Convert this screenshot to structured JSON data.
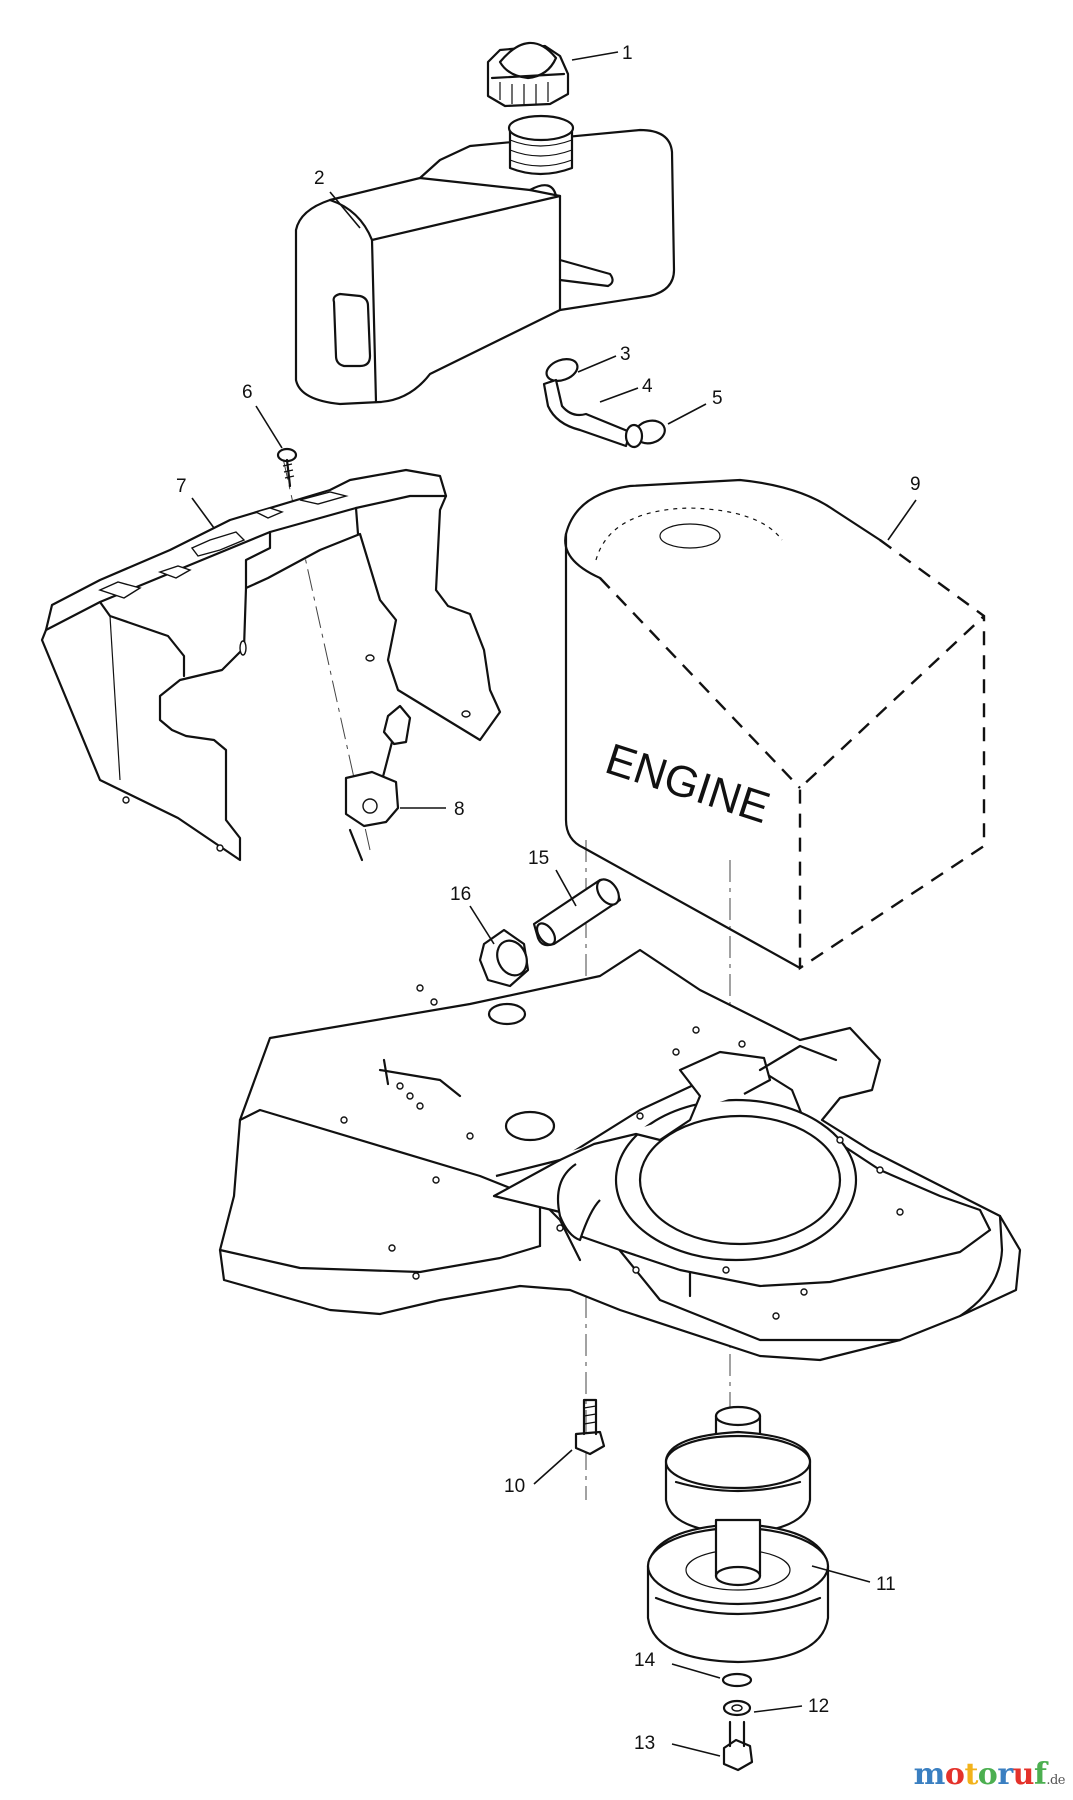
{
  "diagram": {
    "engine_label": "ENGINE",
    "callouts": [
      {
        "id": "1",
        "label": "1"
      },
      {
        "id": "2",
        "label": "2"
      },
      {
        "id": "3",
        "label": "3"
      },
      {
        "id": "4",
        "label": "4"
      },
      {
        "id": "5",
        "label": "5"
      },
      {
        "id": "6",
        "label": "6"
      },
      {
        "id": "7",
        "label": "7"
      },
      {
        "id": "8",
        "label": "8"
      },
      {
        "id": "9",
        "label": "9"
      },
      {
        "id": "10",
        "label": "10"
      },
      {
        "id": "11",
        "label": "11"
      },
      {
        "id": "12",
        "label": "12"
      },
      {
        "id": "13",
        "label": "13"
      },
      {
        "id": "14",
        "label": "14"
      },
      {
        "id": "15",
        "label": "15"
      },
      {
        "id": "16",
        "label": "16"
      }
    ]
  },
  "watermark": {
    "letters": [
      "m",
      "o",
      "t",
      "o",
      "r",
      "u",
      "f"
    ],
    "letter_colors": [
      "#3a7fc1",
      "#e4322b",
      "#f2b21b",
      "#4caf50",
      "#3a7fc1",
      "#e4322b",
      "#4caf50"
    ],
    "suffix": ".de"
  }
}
